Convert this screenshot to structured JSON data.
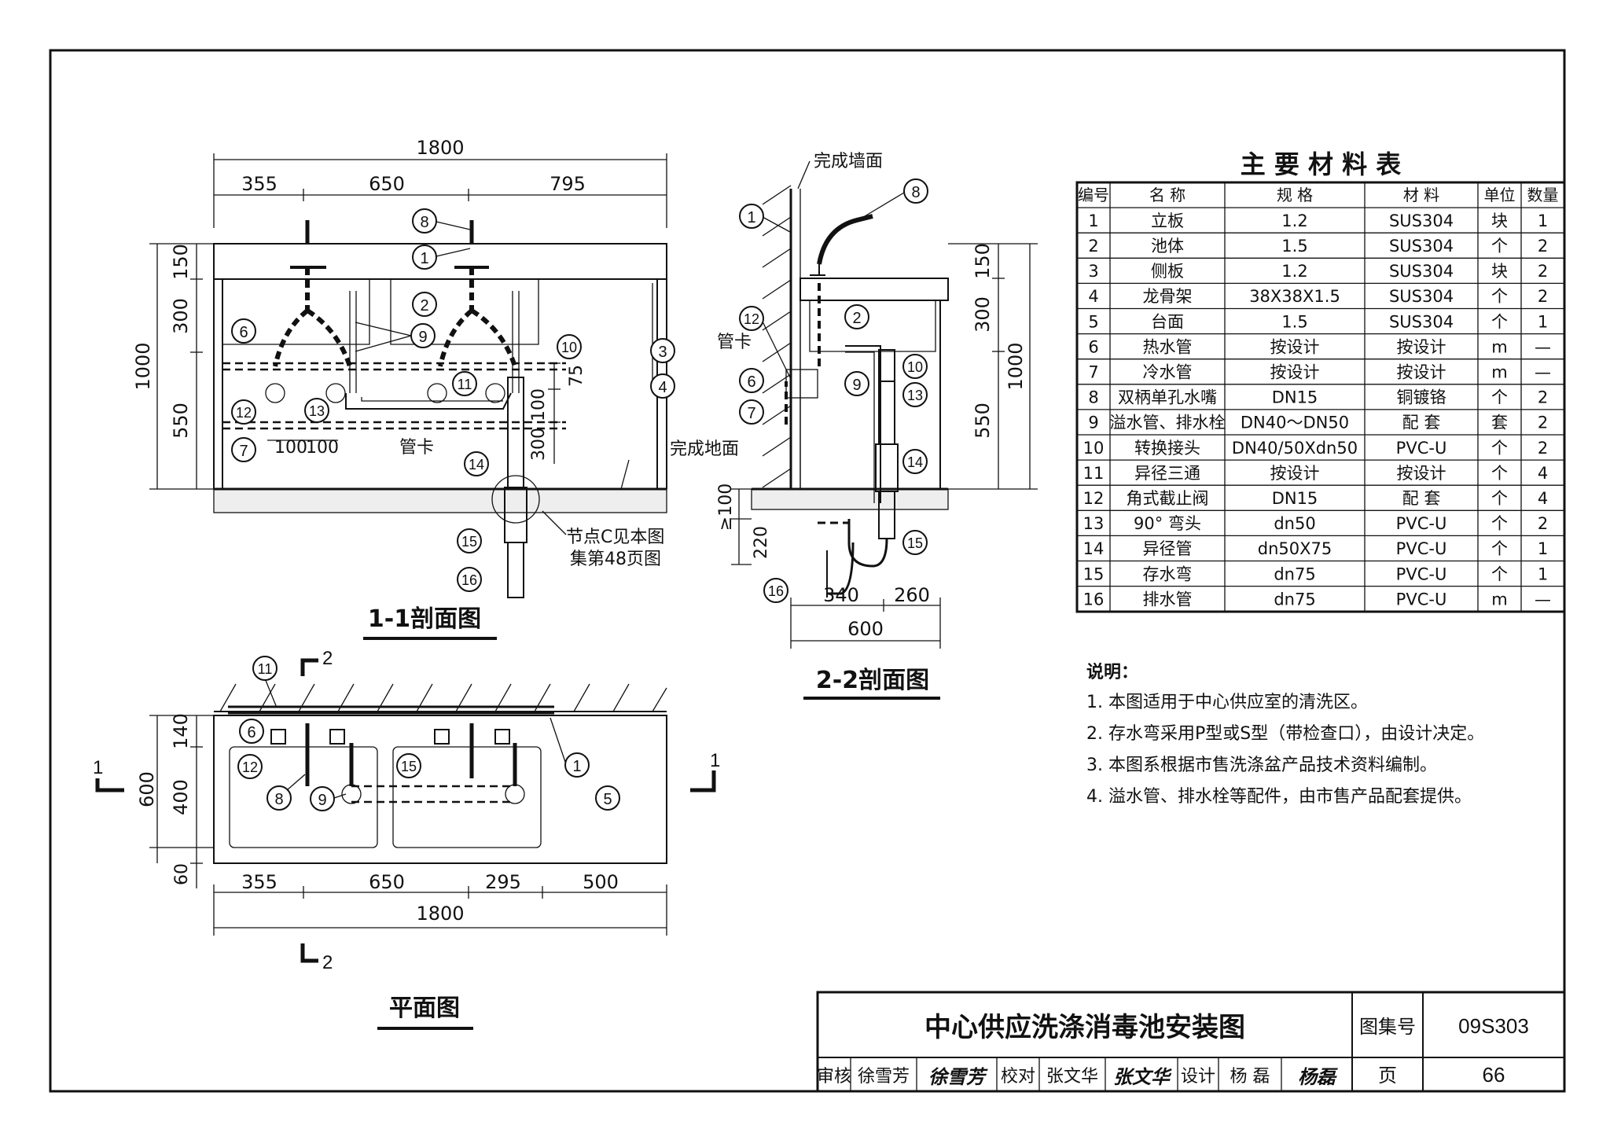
{
  "sections": {
    "s11_title": "1-1剖面图",
    "s22_title": "2-2剖面图",
    "plan_title": "平面图"
  },
  "section_1_1": {
    "dims_top": {
      "total": "1800",
      "a": "355",
      "b": "650",
      "c": "795"
    },
    "dims_left": {
      "total": "1000",
      "a": "150",
      "b": "300",
      "c": "550"
    },
    "dims_right": {
      "a": "75",
      "b": "100",
      "c": "300"
    },
    "dims_bottom": {
      "a": "100",
      "b": "100"
    },
    "label_clip": "管卡",
    "label_floor": "完成地面",
    "note_node_1": "节点C见本图",
    "note_node_2": "集第48页图",
    "callouts": [
      "8",
      "1",
      "2",
      "9",
      "10",
      "3",
      "4",
      "6",
      "12",
      "13",
      "11",
      "7",
      "14",
      "15",
      "16"
    ]
  },
  "section_2_2": {
    "label_wall": "完成墙面",
    "label_clip": "管卡",
    "dims_right": {
      "total": "1000",
      "a": "150",
      "b": "300",
      "c": "550"
    },
    "dims_left": {
      "a": "≥100",
      "b": "220"
    },
    "dims_bottom": {
      "a": "340",
      "b": "260",
      "total": "600"
    },
    "callouts": [
      "1",
      "8",
      "12",
      "2",
      "6",
      "7",
      "9",
      "10",
      "13",
      "14",
      "15",
      "16"
    ]
  },
  "plan": {
    "cut_marks": {
      "top": "2",
      "bottom": "2",
      "left": "1",
      "right": "1"
    },
    "dims_left": {
      "total": "600",
      "a": "140",
      "b": "400",
      "c": "60"
    },
    "dims_bottom": {
      "a": "355",
      "b": "650",
      "c": "295",
      "d": "500",
      "total": "1800"
    },
    "callouts": [
      "11",
      "6",
      "12",
      "8",
      "9",
      "15",
      "1",
      "5"
    ]
  },
  "materials": {
    "title": "主 要 材 料 表",
    "headers": [
      "编号",
      "名  称",
      "规  格",
      "材  料",
      "单位",
      "数量"
    ],
    "rows": [
      [
        "1",
        "立板",
        "1.2",
        "SUS304",
        "块",
        "1"
      ],
      [
        "2",
        "池体",
        "1.5",
        "SUS304",
        "个",
        "2"
      ],
      [
        "3",
        "侧板",
        "1.2",
        "SUS304",
        "块",
        "2"
      ],
      [
        "4",
        "龙骨架",
        "38X38X1.5",
        "SUS304",
        "个",
        "2"
      ],
      [
        "5",
        "台面",
        "1.5",
        "SUS304",
        "个",
        "1"
      ],
      [
        "6",
        "热水管",
        "按设计",
        "按设计",
        "m",
        "—"
      ],
      [
        "7",
        "冷水管",
        "按设计",
        "按设计",
        "m",
        "—"
      ],
      [
        "8",
        "双柄单孔水嘴",
        "DN15",
        "铜镀铬",
        "个",
        "2"
      ],
      [
        "9",
        "溢水管、排水栓",
        "DN40～DN50",
        "配  套",
        "套",
        "2"
      ],
      [
        "10",
        "转换接头",
        "DN40/50Xdn50",
        "PVC-U",
        "个",
        "2"
      ],
      [
        "11",
        "异径三通",
        "按设计",
        "按设计",
        "个",
        "4"
      ],
      [
        "12",
        "角式截止阀",
        "DN15",
        "配  套",
        "个",
        "4"
      ],
      [
        "13",
        "90° 弯头",
        "dn50",
        "PVC-U",
        "个",
        "2"
      ],
      [
        "14",
        "异径管",
        "dn50X75",
        "PVC-U",
        "个",
        "1"
      ],
      [
        "15",
        "存水弯",
        "dn75",
        "PVC-U",
        "个",
        "1"
      ],
      [
        "16",
        "排水管",
        "dn75",
        "PVC-U",
        "m",
        "—"
      ]
    ]
  },
  "notes": {
    "title": "说明：",
    "items": [
      "1. 本图适用于中心供应室的清洗区。",
      "2. 存水弯采用P型或S型（带检查口），由设计决定。",
      "3. 本图系根据市售洗涤盆产品技术资料编制。",
      "4. 溢水管、排水栓等配件，由市售产品配套提供。"
    ]
  },
  "title_block": {
    "drawing_title": "中心供应洗涤消毒池安装图",
    "atlas_label": "图集号",
    "atlas_no": "09S303",
    "page_label": "页",
    "page_no": "66",
    "review_label": "审核",
    "reviewer": "徐雪芳",
    "check_label": "校对",
    "checker": "张文华",
    "design_label": "设计",
    "designer": "杨  磊",
    "sig_review": "徐雪芳",
    "sig_check": "张文华",
    "sig_design": "杨磊"
  }
}
